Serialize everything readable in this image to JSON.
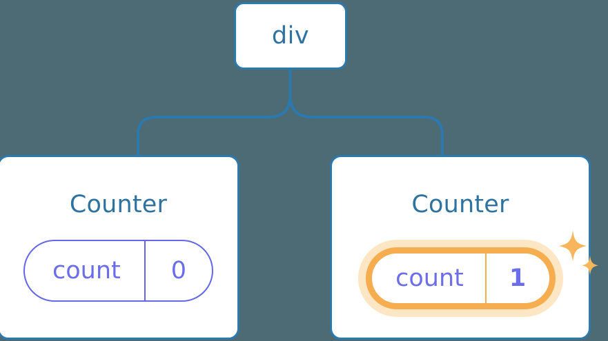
{
  "diagram": {
    "title": "React component tree with highlighted state update",
    "background_color": "#4c6b75",
    "node_border_color": "#2b79ad",
    "node_text_color": "#2e72a0",
    "state_color": "#6b6ee8",
    "highlight_color": "#f5ad4f",
    "highlight_glow_color": "#fde6c4"
  },
  "root": {
    "label": "div"
  },
  "children": [
    {
      "title": "Counter",
      "state": {
        "key": "count",
        "value": "0"
      },
      "highlighted": false
    },
    {
      "title": "Counter",
      "state": {
        "key": "count",
        "value": "1"
      },
      "highlighted": true,
      "sparkle_icon": "sparkles-icon"
    }
  ]
}
